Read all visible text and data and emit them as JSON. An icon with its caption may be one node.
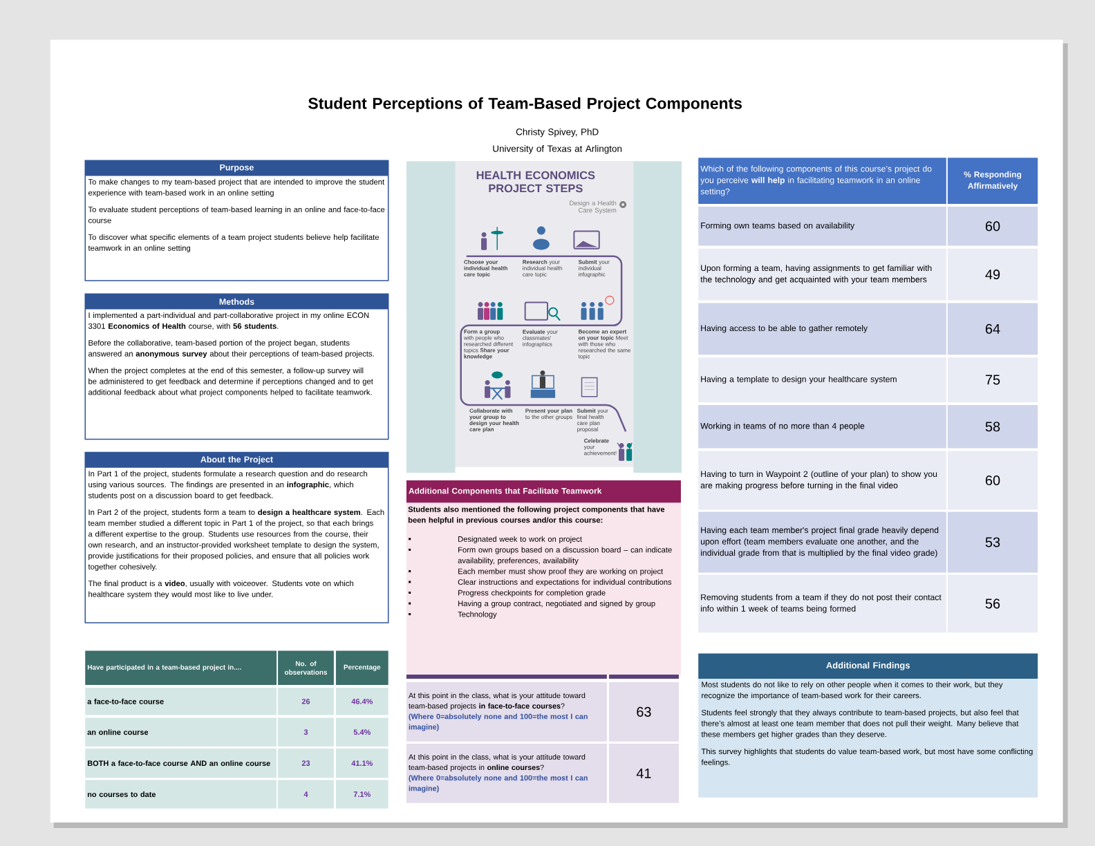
{
  "diagram": {
    "title": "Student Perceptions of Team-Based Project Components",
    "nodes": [
      {
        "text": [
          "Purpose",
          "To make changes to my team-based project that are intended to improve the student experience with team-based work in an online setting",
          "To evaluate student perceptions of team-based learning in an online and face-to-face course",
          "To discover what specific elements of a team project students believe help facilitate teamwork in an online setting"
        ]
      },
      {
        "text": [
          "Methods",
          "I implemented a part-individual and part-collaborative project in my online ECON 3301 **Economics of Health** course, with **56 students**.",
          "Before the collaborative, team-based portion of the project began, students answered an **anonymous survey** about their perceptions of team-based projects.",
          "When the project completes at the end of this semester, a follow-up survey will be administered to get feedback and determine if perceptions changed and to get additional feedback about what project components helped to facilitate teamwork."
        ]
      },
      {
        "text": [
          "About the Project",
          "In Part 1 of the project, students formulate a research question and do research using various sources. The findings are presented in an **infographic**, which students post on a discussion board to get feedback.",
          "In Part 2 of the project, students form a team to **design a healthcare system**. Each team member studied a different topic in Part 1 of the project, so that each brings a different expertise to the group. Students use resources from the course, their own research, and an instructor-provided worksheet template to design the system, provide justifications for their proposed policies, and ensure that all policies work together cohesively.",
          "The final product is a **video**, usually with voiceover. Students vote on which healthcare system they would most like to live under."
        ]
      },
      {
        "text": [
          "HEALTH ECONOMICS PROJECT STEPS",
          "Design a Health Care System",
          "Choose your individual health care topic",
          "**Research** your individual health care topic",
          "**Submit** your individual infographic",
          "**Form a group** with people who researched different topics **Share your knowledge**",
          "**Evaluate** your classmates' infographics",
          "**Become an expert on your topic** Meet with those who researched the same topic",
          "Collaborate with your group to design your health care plan",
          "**Present your plan** to the other groups",
          "**Submit** your final health care plan proposal",
          "**Celebrate** your achievement!"
        ]
      },
      {
        "text": [
          "Additional Components that Facilitate Teamwork",
          "Students also mentioned the following project components that have been helpful in previous courses and/or this course:",
          "Designated week to work on project",
          "Form own groups based on a discussion board – can indicate availability, preferences, availability",
          "Each member must show proof they are working on project",
          "Clear instructions and expectations for individual contributions",
          "Progress checkpoints for completion grade",
          "Having a group contract, negotiated and signed by group",
          "Technology"
        ]
      },
      {
        "text": [
          "Additional Findings",
          "Most students do not like to rely on other people when it comes to their work, but they recognize the importance of team-based work for their careers.",
          "Students feel strongly that they always contribute to team-based projects, but also feel that there’s almost at least one team member that does not pull their weight. Many believe that these members get higher grades than they deserve.",
          "This survey highlights that students do value team-based work, but most have some conflicting feelings."
        ]
      }
    ],
    "labels": [
      "Christy Spivey, PhD",
      "University of Texas at Arlington",
      "Have participated in a team-based project in....",
      "No. of observations",
      "Percentage",
      "a face-to-face course",
      "26",
      "46.4%",
      "an online course",
      "3",
      "5.4%",
      "BOTH a face-to-face course AND an online course",
      "23",
      "41.1%",
      "no courses to date",
      "4",
      "7.1%",
      "At this point in the class, what is your attitude toward team-based projects **in face-to-face courses**?",
      "(Where 0=absolutely none and 100=the most I can imagine)",
      "63",
      "At this point in the class, what is your attitude toward team-based projects in **online courses**?",
      "(Where 0=absolutely none and 100=the most I can imagine)",
      "41",
      "Which of the following components of this course’s project do you perceive **will help** in facilitating teamwork in an online setting?",
      "% Responding Affirmatively",
      "Forming own teams based on availability",
      "60",
      "Upon forming a team, having assignments to get familiar with the technology and get acquainted with your team members",
      "49",
      "Having access to be able to gather remotely",
      "64",
      "Having a template to design your healthcare system",
      "75",
      "Working in teams of no more than 4 people",
      "58",
      "Having to turn in Waypoint 2 (outline of your plan) to show you are making progress before turning in the final video",
      "60",
      "Having each team member's project final grade heavily depend upon effort (team members evaluate one another, and the individual grade from that is multiplied by the final video grade)",
      "53",
      "Removing students from a team if they do not post their contact info within 1 week of teams being formed",
      "56"
    ]
  }
}
